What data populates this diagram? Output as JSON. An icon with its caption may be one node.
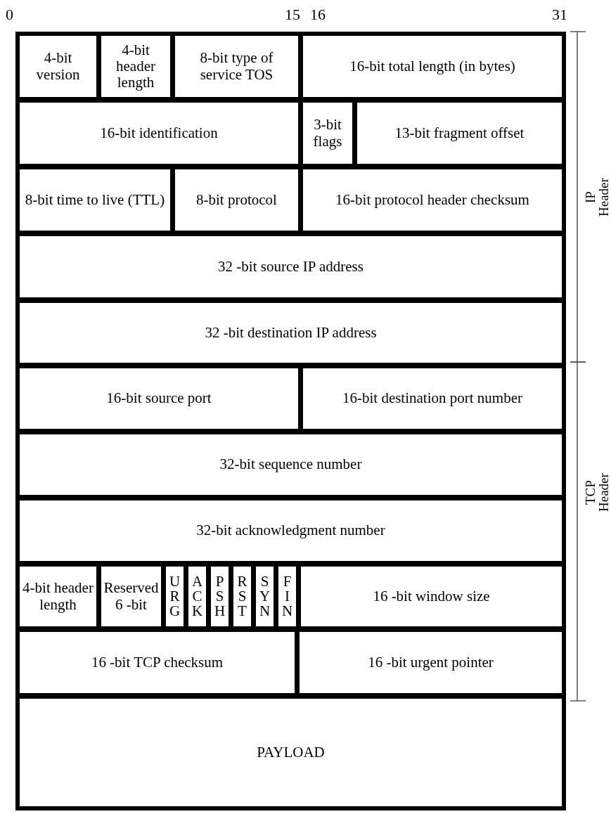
{
  "diagram": {
    "nodes": [
      {
        "text": [
          "4-bit version"
        ]
      },
      {
        "text": [
          "4-bit header length"
        ]
      },
      {
        "text": [
          "8-bit type of service TOS"
        ]
      },
      {
        "text": [
          "16-bit total length (in bytes)"
        ]
      },
      {
        "text": [
          "16-bit identification"
        ]
      },
      {
        "text": [
          "3-bit flags"
        ]
      },
      {
        "text": [
          "13-bit fragment offset"
        ]
      },
      {
        "text": [
          "8-bit time to live (TTL)"
        ]
      },
      {
        "text": [
          "8-bit protocol"
        ]
      },
      {
        "text": [
          "16-bit protocol header checksum"
        ]
      },
      {
        "text": [
          "32 -bit source IP address"
        ]
      },
      {
        "text": [
          "32 -bit destination IP address"
        ]
      },
      {
        "text": [
          "16-bit source port"
        ]
      },
      {
        "text": [
          "16-bit destination port number"
        ]
      },
      {
        "text": [
          "32-bit sequence number"
        ]
      },
      {
        "text": [
          "32-bit acknowledgment number"
        ]
      },
      {
        "text": [
          "4-bit header length"
        ]
      },
      {
        "text": [
          "Reserved 6 -bit"
        ]
      },
      {
        "text": [
          "URG"
        ]
      },
      {
        "text": [
          "ACK"
        ]
      },
      {
        "text": [
          "PSH"
        ]
      },
      {
        "text": [
          "RST"
        ]
      },
      {
        "text": [
          "SYN"
        ]
      },
      {
        "text": [
          "FIN"
        ]
      },
      {
        "text": [
          "16 -bit window size"
        ]
      },
      {
        "text": [
          "16 -bit TCP checksum"
        ]
      },
      {
        "text": [
          "16 -bit urgent pointer"
        ]
      },
      {
        "text": [
          "PAYLOAD"
        ]
      }
    ],
    "labels": [
      "0",
      "15",
      "16",
      "31",
      "IP Header",
      "TCP Header"
    ]
  }
}
